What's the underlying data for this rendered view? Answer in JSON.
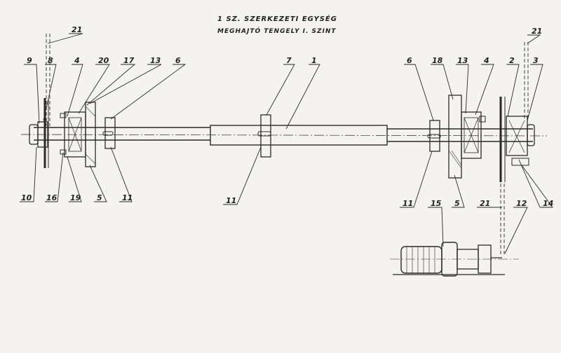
{
  "title": {
    "line1": "1 SZ. SZERKEZETI EGYSÉG",
    "line2": "MEGHAJTÓ TENGELY  I. SZINT"
  },
  "labels": {
    "l21a": "21",
    "l9": "9",
    "l8": "8",
    "l4a": "4",
    "l20": "20",
    "l17": "17",
    "l13a": "13",
    "l6a": "6",
    "l7": "7",
    "l1": "1",
    "l6b": "6",
    "l18": "18",
    "l13b": "13",
    "l4b": "4",
    "l2": "2",
    "l3": "3",
    "l21b": "21",
    "l10": "10",
    "l16": "16",
    "l19": "19",
    "l5a": "5",
    "l11a": "11",
    "l11b": "11",
    "l11c": "11",
    "l15": "15",
    "l5b": "5",
    "l21c": "21",
    "l12": "12",
    "l14": "14"
  }
}
